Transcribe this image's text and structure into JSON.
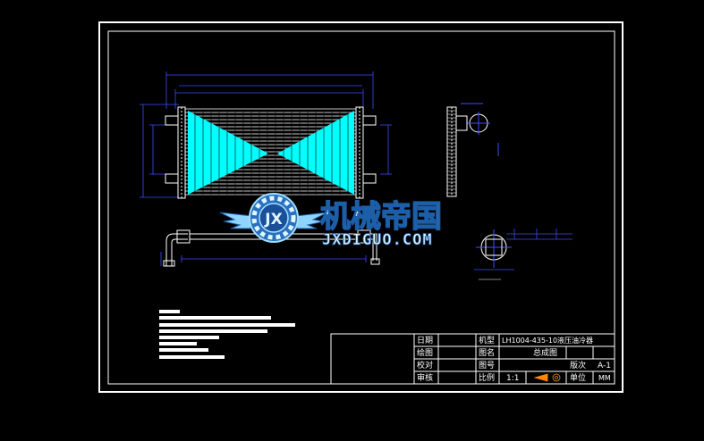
{
  "drawing": {
    "colors": {
      "background": "#000000",
      "frame": "#ffffff",
      "geometry": "#ffffff",
      "dimension": "#3a4dff",
      "fill": "#00ffff",
      "title_block_text": "#ffffff"
    }
  },
  "watermark": {
    "text_cn": "机械帝国",
    "text_en": "JXDIGUO.COM",
    "emblem": "JX"
  },
  "title_block": {
    "row1": {
      "label_date": "日期",
      "label_model": "机型",
      "model_value": "LH1004-435-10液压油冷器"
    },
    "row2": {
      "label_draw": "绘图",
      "label_name": "图名",
      "name_value": "总成图",
      "label_version": "版次",
      "version_value": "A-1"
    },
    "row3": {
      "label_check": "校对",
      "label_drawing_no": "图号"
    },
    "row4": {
      "label_review": "审核",
      "label_scale": "比例",
      "scale_value": "1:1",
      "label_unit": "单位",
      "unit_value": "MM"
    }
  }
}
